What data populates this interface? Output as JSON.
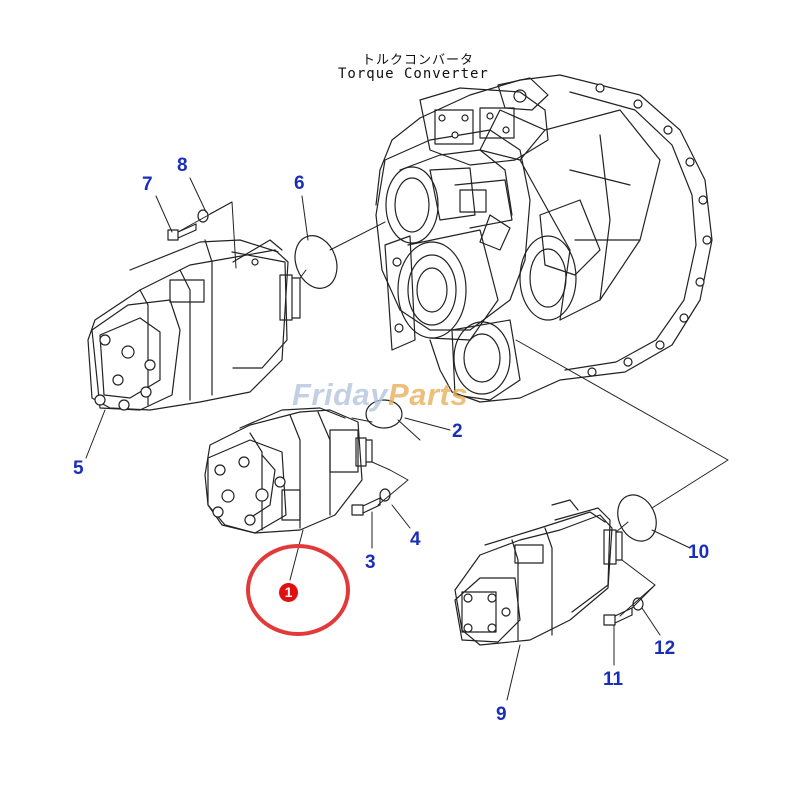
{
  "header": {
    "title_ja": "トルクコンバータ",
    "title_en": "Torque Converter"
  },
  "watermark": {
    "part_a": "Friday",
    "part_b": "Parts"
  },
  "callouts": {
    "c1": "1",
    "c2": "2",
    "c3": "3",
    "c4": "4",
    "c5": "5",
    "c6": "6",
    "c7": "7",
    "c8": "8",
    "c9": "9",
    "c10": "10",
    "c11": "11",
    "c12": "12"
  },
  "colors": {
    "callout_text": "#1a2fb8",
    "highlight_ring": "#e23a3a",
    "badge_fill": "#e01010",
    "line_art": "#222222"
  }
}
